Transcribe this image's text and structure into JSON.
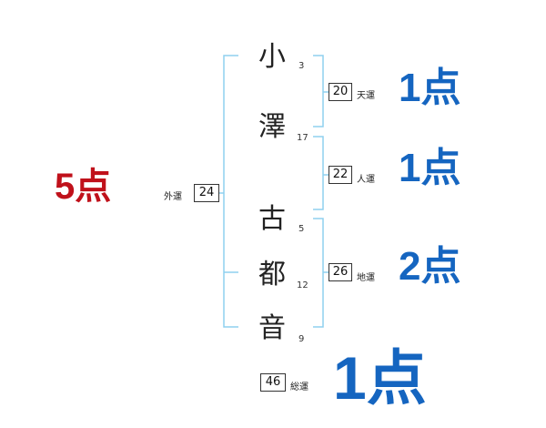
{
  "name_chars": [
    {
      "char": "小",
      "strokes": "3"
    },
    {
      "char": "澤",
      "strokes": "17"
    },
    {
      "char": "古",
      "strokes": "5"
    },
    {
      "char": "都",
      "strokes": "12"
    },
    {
      "char": "音",
      "strokes": "9"
    }
  ],
  "ten_un": {
    "value": "20",
    "label": "天運",
    "score": "1点"
  },
  "jin_un": {
    "value": "22",
    "label": "人運",
    "score": "1点"
  },
  "chi_un": {
    "value": "26",
    "label": "地運",
    "score": "2点"
  },
  "gai_un": {
    "value": "24",
    "label": "外運",
    "score": "5点"
  },
  "sou_un": {
    "value": "46",
    "label": "総運",
    "score": "1点"
  },
  "colors": {
    "bracket": "#8fd0ef",
    "blue_score": "#1565c0",
    "red_score": "#c0111b"
  }
}
